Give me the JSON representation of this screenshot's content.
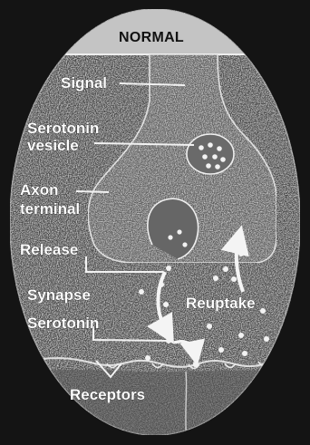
{
  "title": "NORMAL",
  "labels": {
    "signal": "Signal",
    "serotonin_vesicle_line1": "Serotonin",
    "serotonin_vesicle_line2": "vesicle",
    "axon_terminal_line1": "Axon",
    "axon_terminal_line2": "terminal",
    "release": "Release",
    "synapse": "Synapse",
    "serotonin": "Serotonin",
    "reuptake": "Reuptake",
    "receptors": "Receptors"
  },
  "colors": {
    "background": "#141414",
    "oval_fill": "#4a4a4a",
    "neuron_fill": "#5e5e5e",
    "title_band": "#c8c8c8",
    "label_text": "#ffffff"
  }
}
